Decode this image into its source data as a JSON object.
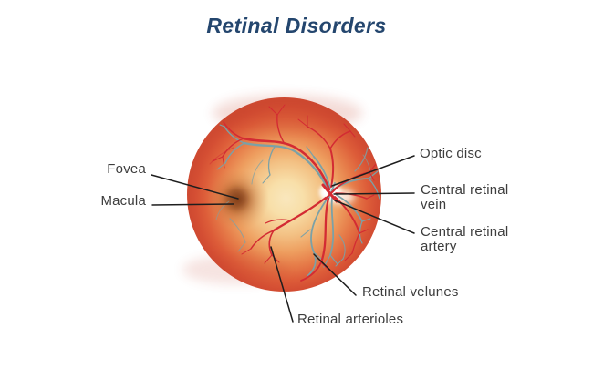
{
  "title": "Retinal Disorders",
  "labels": {
    "fovea": "Fovea",
    "macula": "Macula",
    "optic_disc": "Optic disc",
    "central_retinal_vein": "Central retinal vein",
    "central_retinal_artery": "Central retinal artery",
    "retinal_velunes": "Retinal velunes",
    "retinal_arterioles": "Retinal arterioles"
  },
  "colors": {
    "background": "#ffffff",
    "title_text": "#24466e",
    "label_text": "#3d3d3d",
    "leader_line": "#1e1e1e",
    "artery": "#d32b33",
    "vein": "#7ba1a7",
    "fundus_center": "#f9e7bd",
    "fundus_mid": "#ee9f60",
    "fundus_rim": "#cf4a31",
    "macula_spot": "#8c421a",
    "optic_disc": "#ffffff"
  }
}
